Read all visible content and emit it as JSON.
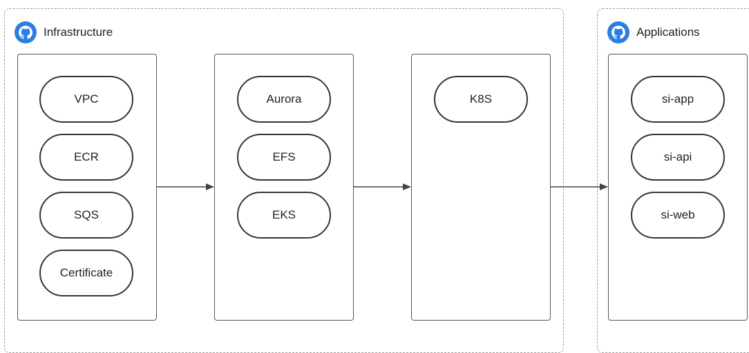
{
  "infrastructure": {
    "title": "Infrastructure",
    "icon": "github-icon",
    "columns": [
      {
        "items": [
          "VPC",
          "ECR",
          "SQS",
          "Certificate"
        ]
      },
      {
        "items": [
          "Aurora",
          "EFS",
          "EKS"
        ]
      },
      {
        "items": [
          "K8S"
        ]
      }
    ]
  },
  "applications": {
    "title": "Applications",
    "icon": "github-icon",
    "columns": [
      {
        "items": [
          "si-app",
          "si-api",
          "si-web"
        ]
      }
    ]
  },
  "colors": {
    "icon_blue": "#2a7de1",
    "border": "#555555",
    "dashed": "#9a9a9a",
    "arrow": "#444444"
  }
}
